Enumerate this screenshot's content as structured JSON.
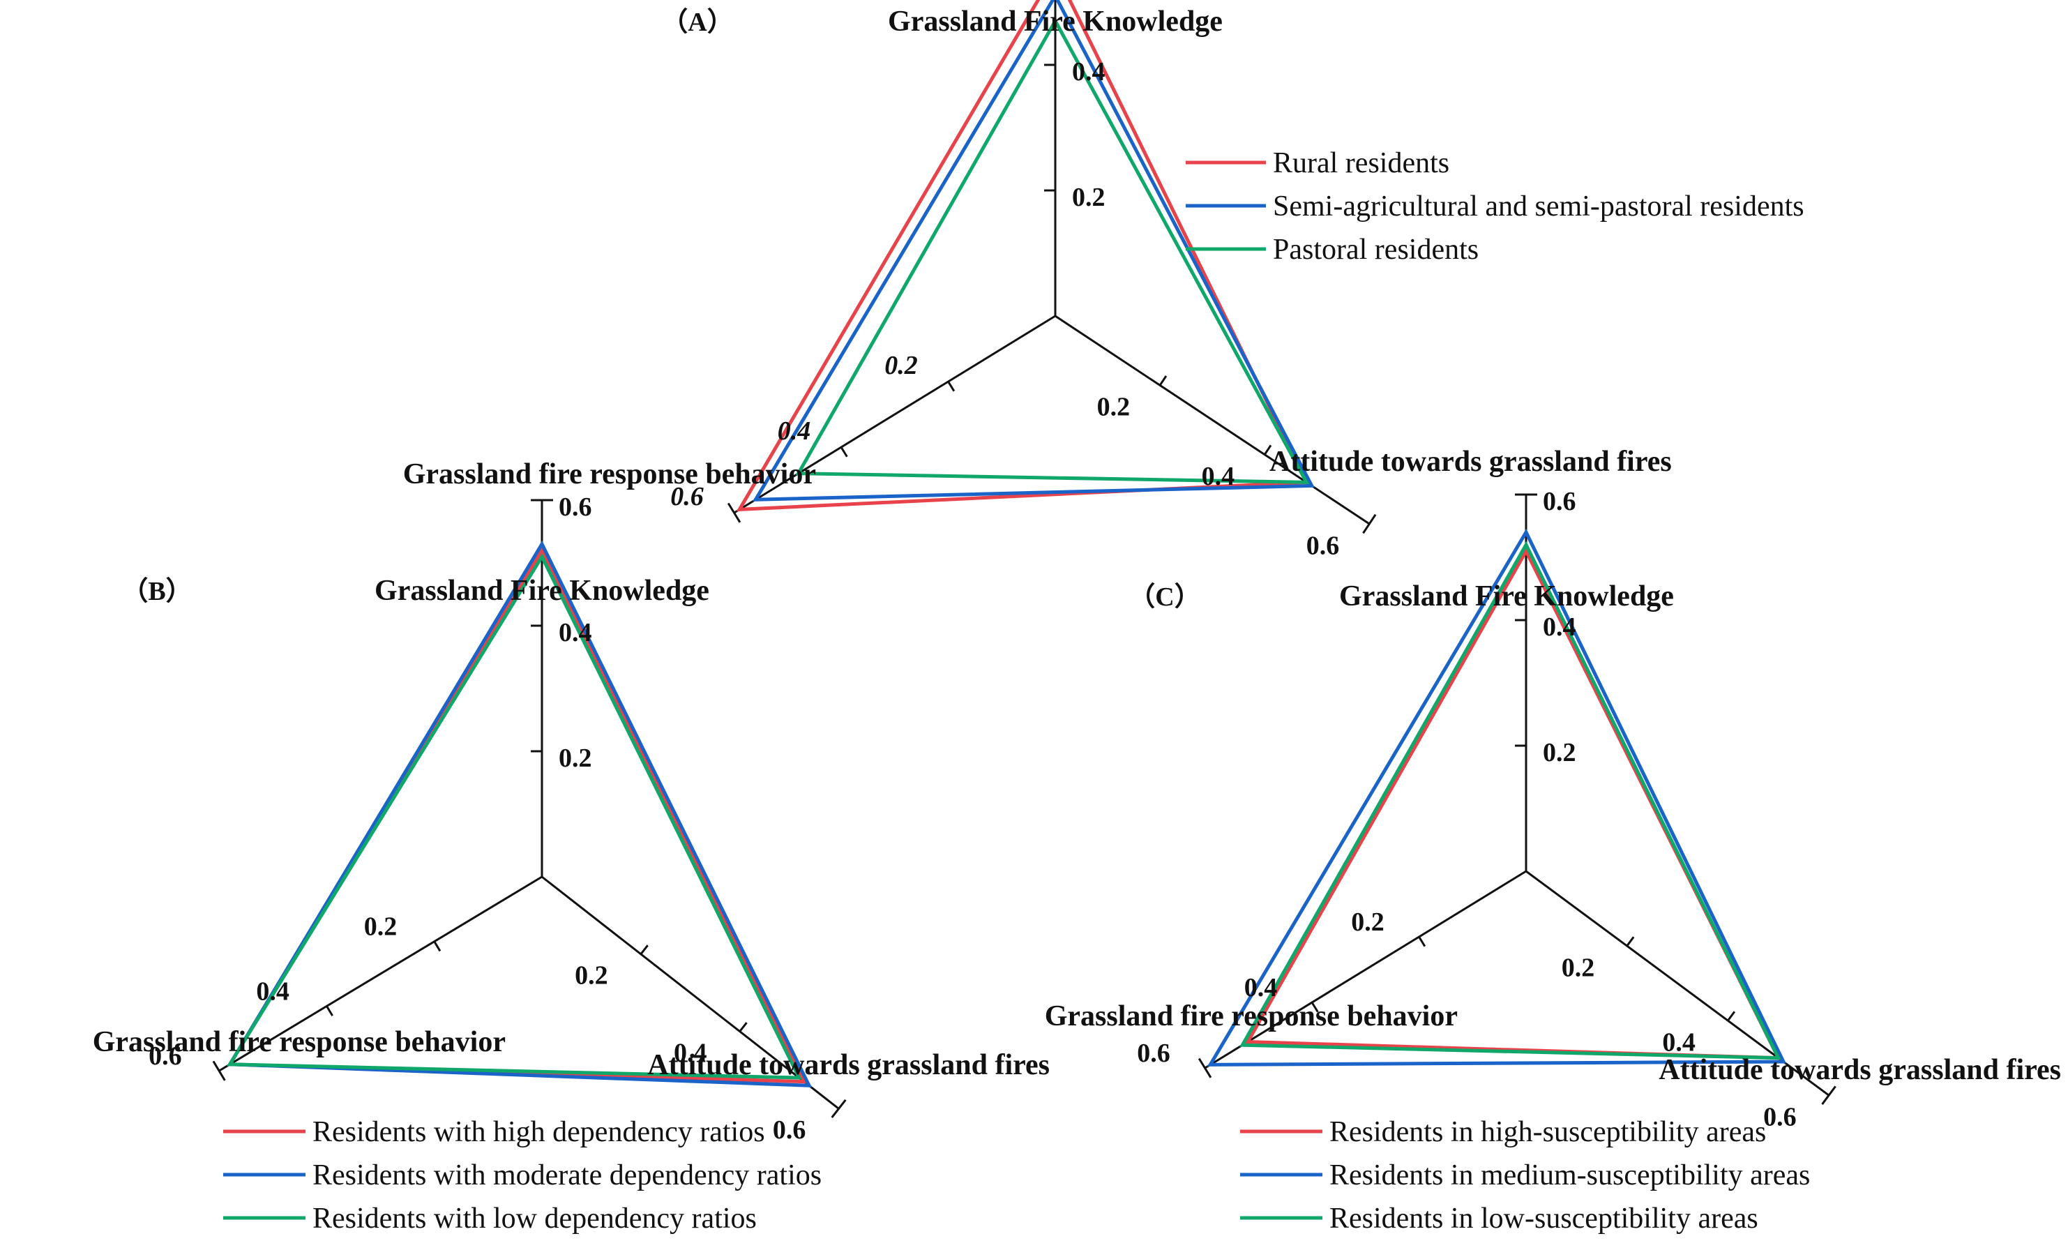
{
  "chart_data": [
    {
      "type": "radar",
      "panel_label": "（A）",
      "axes": [
        "Grassland Fire Knowledge",
        "Attitude towards grassland fires",
        "Grassland fire response behavior"
      ],
      "range": [
        0,
        0.6
      ],
      "ticks": [
        "0.2",
        "0.4",
        "0.6"
      ],
      "grid": false,
      "legend_position": "right",
      "series": [
        {
          "name": "Rural residents",
          "color": "#e8434a",
          "values": [
            0.55,
            0.48,
            0.59
          ]
        },
        {
          "name": "Semi-agricultural and semi-pastoral residents",
          "color": "#1a63c8",
          "values": [
            0.51,
            0.49,
            0.56
          ]
        },
        {
          "name": "Pastoral residents",
          "color": "#10a86a",
          "values": [
            0.47,
            0.48,
            0.48
          ]
        }
      ]
    },
    {
      "type": "radar",
      "panel_label": "（B）",
      "axes": [
        "Grassland Fire Knowledge",
        "Attitude towards grassland fires",
        "Grassland fire response behavior"
      ],
      "range": [
        0,
        0.6
      ],
      "ticks": [
        "0.2",
        "0.4",
        "0.6"
      ],
      "grid": false,
      "legend_position": "bottom",
      "series": [
        {
          "name": "Residents with high dependency ratios",
          "color": "#e8434a",
          "values": [
            0.52,
            0.53,
            0.58
          ]
        },
        {
          "name": "Residents with moderate dependency ratios",
          "color": "#1a63c8",
          "values": [
            0.53,
            0.54,
            0.58
          ]
        },
        {
          "name": "Residents with low dependency ratios",
          "color": "#10a86a",
          "values": [
            0.51,
            0.52,
            0.58
          ]
        }
      ]
    },
    {
      "type": "radar",
      "panel_label": "（C）",
      "axes": [
        "Grassland Fire Knowledge",
        "Attitude towards grassland fires",
        "Grassland fire response behavior"
      ],
      "range": [
        0,
        0.6
      ],
      "ticks": [
        "0.2",
        "0.4",
        "0.6"
      ],
      "grid": false,
      "legend_position": "bottom",
      "series": [
        {
          "name": "Residents in high-susceptibility areas",
          "color": "#e8434a",
          "values": [
            0.51,
            0.5,
            0.52
          ]
        },
        {
          "name": "Residents in medium-susceptibility areas",
          "color": "#1a63c8",
          "values": [
            0.54,
            0.51,
            0.59
          ]
        },
        {
          "name": "Residents in low-susceptibility areas",
          "color": "#10a86a",
          "values": [
            0.52,
            0.5,
            0.53
          ]
        }
      ]
    }
  ]
}
